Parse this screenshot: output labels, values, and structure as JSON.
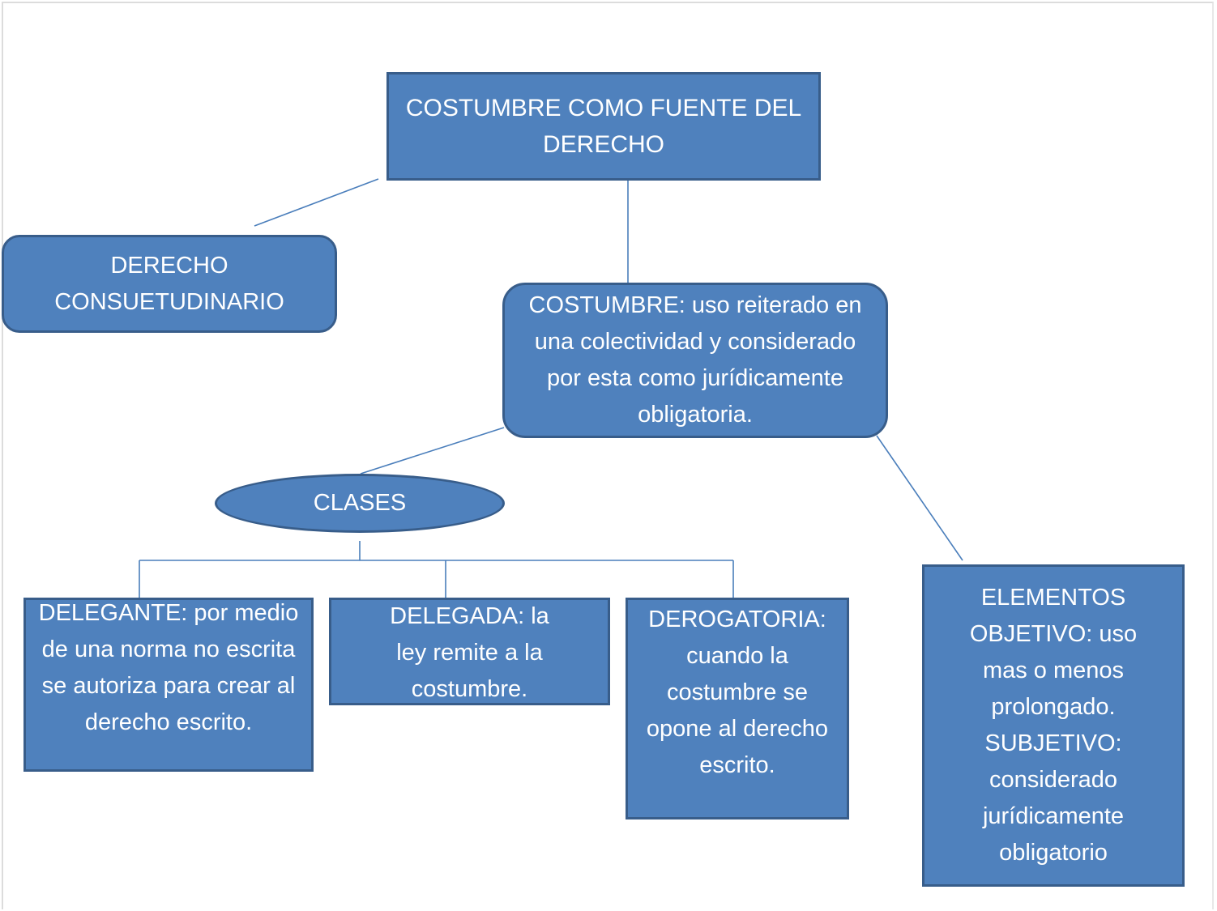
{
  "diagram": {
    "title": "COSTUMBRE COMO FUENTE DEL DERECHO",
    "nodes": {
      "root": "COSTUMBRE COMO FUENTE DEL DERECHO",
      "derecho_consuetudinario": "DERECHO CONSUETUDINARIO",
      "costumbre": "COSTUMBRE: uso reiterado en una colectividad y considerado por esta como jurídicamente obligatoria.",
      "clases": "CLASES",
      "delegante": "DELEGANTE: por medio de una norma no escrita se autoriza para crear al derecho escrito.",
      "delegada": "DELEGADA: la ley remite a la costumbre.",
      "derogatoria": "DEROGATORIA: cuando la costumbre se opone al derecho escrito.",
      "elementos": "ELEMENTOS OBJETIVO: uso mas o menos prolongado. SUBJETIVO: considerado jurídicamente obligatorio"
    },
    "edges": [
      [
        "root",
        "derecho_consuetudinario"
      ],
      [
        "root",
        "costumbre"
      ],
      [
        "costumbre",
        "clases"
      ],
      [
        "costumbre",
        "elementos"
      ],
      [
        "clases",
        "delegante"
      ],
      [
        "clases",
        "delegada"
      ],
      [
        "clases",
        "derogatoria"
      ]
    ],
    "colors": {
      "node_fill": "#4f81bd",
      "node_border": "#385d8a",
      "connector": "#4a7ebb",
      "text": "#ffffff"
    }
  }
}
